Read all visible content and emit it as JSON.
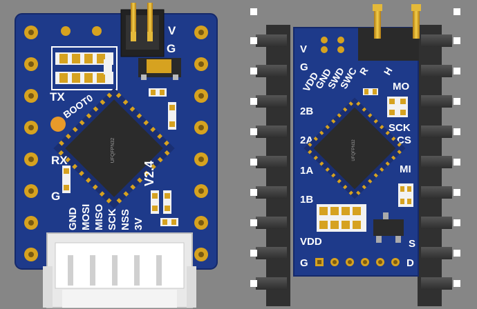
{
  "colors": {
    "background": "#868686",
    "pcb": "#1e3a8a",
    "gold": "#d6a220",
    "chip": "#2b2b2b",
    "silkscreen": "#ffffff",
    "heatsink": "#3d3d3d"
  },
  "left_board": {
    "labels": {
      "v": "V",
      "g": "G",
      "tx": "TX",
      "boot0": "BOOT0",
      "rx": "RX",
      "g2": "G",
      "version": "V2.4",
      "gnd": "GND",
      "mosi": "MOSI",
      "miso": "MISO",
      "sck": "SCK",
      "nss": "NSS",
      "v3": "3V"
    },
    "chip_marking": "UFQFPN32"
  },
  "right_board": {
    "labels": {
      "v": "V",
      "g": "G",
      "vdd_top": "VDD",
      "gnd": "GND",
      "swd": "SWD",
      "swc": "SWC",
      "r": "R",
      "h": "H",
      "mo": "MO",
      "b2": "2B",
      "sck": "SCK",
      "a2": "2A",
      "cs": "CS",
      "a1": "1A",
      "mi": "MI",
      "b1": "1B",
      "vdd_bottom": "VDD",
      "s": "S",
      "g_bottom": "G",
      "d": "D"
    },
    "chip_marking": "UFQFPN32"
  }
}
